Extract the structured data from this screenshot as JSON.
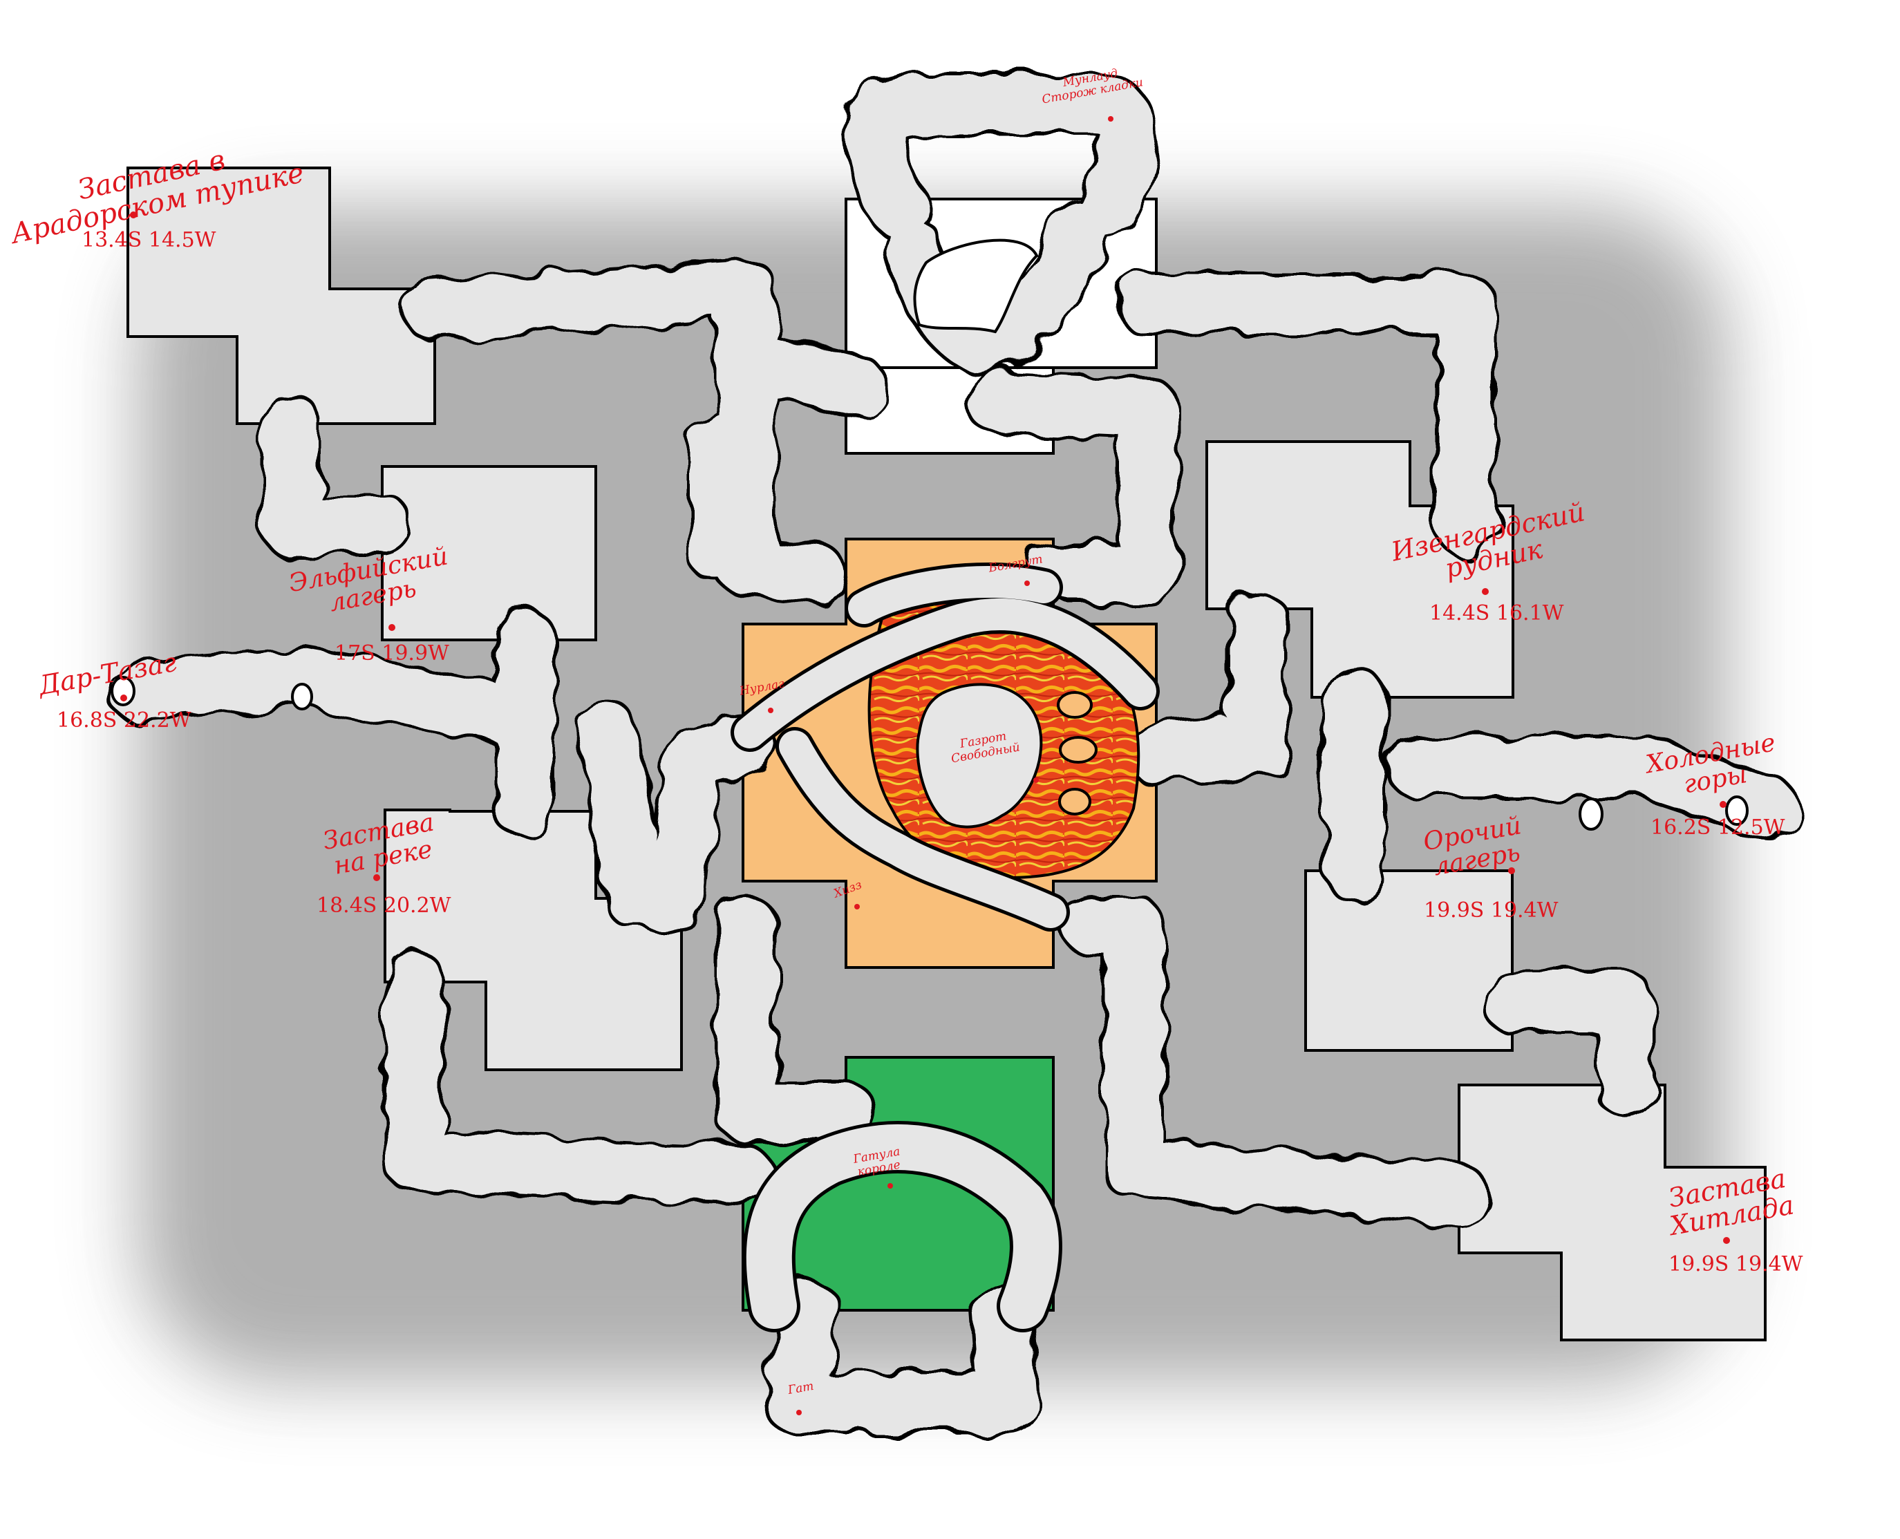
{
  "colors": {
    "floor": "#e6e6e6",
    "wall": "#000000",
    "label": "#e0171f",
    "lava_zone": "#f9bf7a",
    "gate_zone": "#ffffff",
    "spider_zone": "#2fb35a",
    "lava": "#e8431c"
  },
  "markers": [
    {
      "id": "outpost-aradorsk",
      "name": "Застава в\nАрадорском тупике",
      "coords": "13.4S 14.5W",
      "type": "quest-hub"
    },
    {
      "id": "elf-camp",
      "name": "Эльфийский\nлагерь",
      "coords": "17S 19.9W",
      "type": "quest-hub"
    },
    {
      "id": "dar-tazag",
      "name": "Дар-Тазаг",
      "coords": "16.8S 22.2W",
      "type": "location"
    },
    {
      "id": "river-outpost",
      "name": "Застава\nна реке",
      "coords": "18.4S 20.2W",
      "type": "quest-hub"
    },
    {
      "id": "isengard-mine",
      "name": "Изенгардский\nрудник",
      "coords": "14.4S 16.1W",
      "type": "quest-hub"
    },
    {
      "id": "cold-mountains",
      "name": "Холодные\nгоры",
      "coords": "16.2S 12.5W",
      "type": "location"
    },
    {
      "id": "orc-camp",
      "name": "Орочий\nлагерь",
      "coords": "19.9S 19.4W",
      "type": "quest-hub"
    },
    {
      "id": "hitlada-outpost",
      "name": "Застава\nХитлада",
      "coords": "19.9S 19.4W",
      "type": "quest-hub"
    }
  ],
  "bosses": [
    {
      "id": "munalud",
      "name": "Мунлауд\nСторож кладки"
    },
    {
      "id": "bolgruth",
      "name": "Болгрут"
    },
    {
      "id": "nurlag",
      "name": "Нурлаг"
    },
    {
      "id": "gazrot",
      "name": "Газрот\nСвободный"
    },
    {
      "id": "khiz",
      "name": "Хизз"
    },
    {
      "id": "spider-queen",
      "name": "Гатула\nкороле"
    },
    {
      "id": "gat",
      "name": "Гат"
    }
  ]
}
